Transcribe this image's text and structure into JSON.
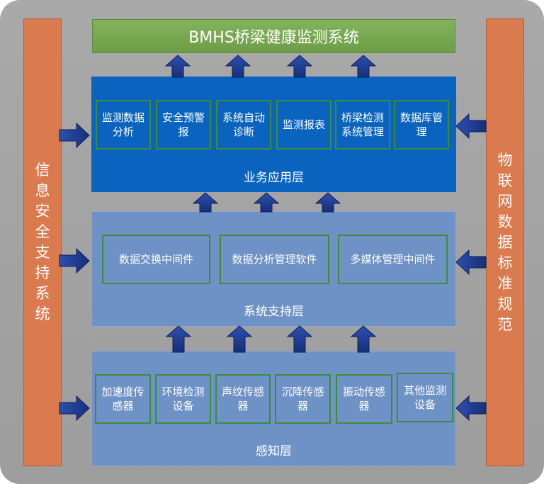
{
  "title": "BMHS桥梁健康监测系统",
  "left_pillar": "信息安全支持系统",
  "right_pillar": "物联网数据标准规范",
  "layers": {
    "application": {
      "label": "业务应用层",
      "modules": [
        "监测数据分析",
        "安全预警报",
        "系统自动诊断",
        "监测报表",
        "桥梁检测系统管理",
        "数据库管理"
      ]
    },
    "support": {
      "label": "系统支持层",
      "modules": [
        "数据交换中间件",
        "数据分析管理软件",
        "多媒体管理中间件"
      ]
    },
    "sensing": {
      "label": "感知层",
      "modules": [
        "加速度传感器",
        "环境检测设备",
        "声纹传感器",
        "沉降传感器",
        "振动传感器",
        "其他监测设备"
      ]
    }
  },
  "colors": {
    "background": "#a3a3a3",
    "pillar": "#d97a4f",
    "title_bar": "#77a851",
    "application_layer": "#0a64bf",
    "support_layer": "#6e92c6",
    "module_border": "#3c8c3c",
    "arrow": "#1f3a8a"
  }
}
